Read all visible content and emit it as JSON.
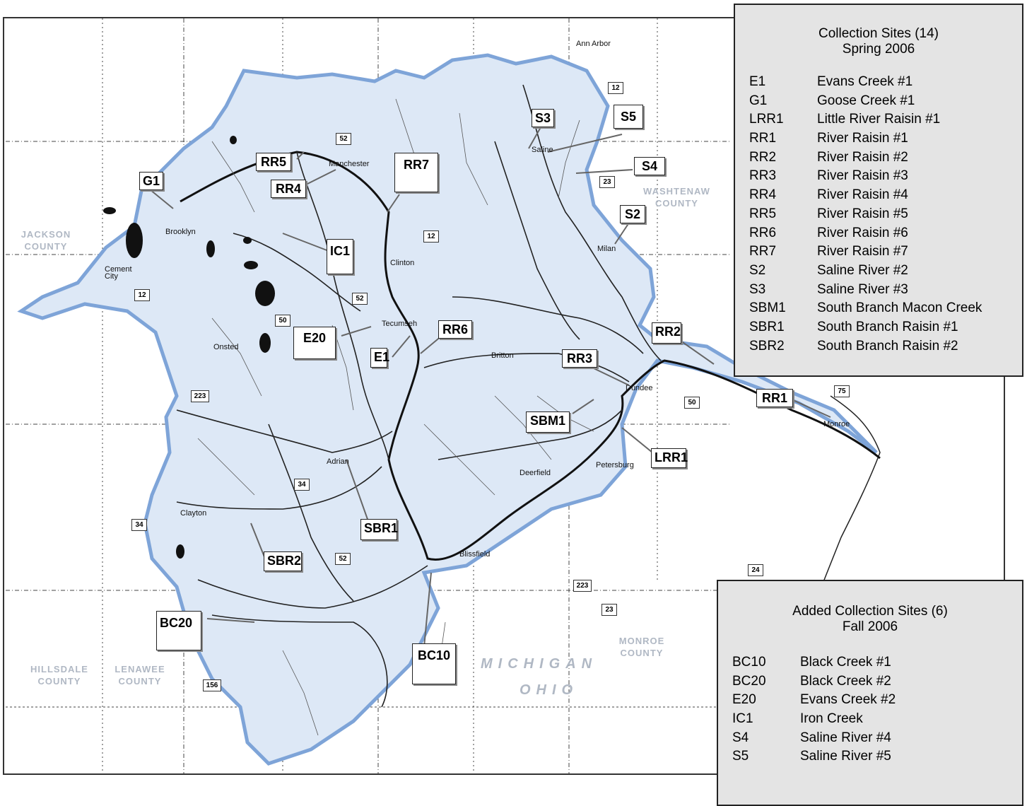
{
  "legend_spring": {
    "title": "Collection Sites (14)",
    "subtitle": "Spring 2006",
    "sites": [
      {
        "code": "E1",
        "name": "Evans Creek #1"
      },
      {
        "code": "G1",
        "name": "Goose Creek #1"
      },
      {
        "code": "LRR1",
        "name": "Little River Raisin #1"
      },
      {
        "code": "RR1",
        "name": "River Raisin #1"
      },
      {
        "code": "RR2",
        "name": "River Raisin #2"
      },
      {
        "code": "RR3",
        "name": "River Raisin #3"
      },
      {
        "code": "RR4",
        "name": "River Raisin #4"
      },
      {
        "code": "RR5",
        "name": "River Raisin #5"
      },
      {
        "code": "RR6",
        "name": "River Raisin #6"
      },
      {
        "code": "RR7",
        "name": "River Raisin #7"
      },
      {
        "code": "S2",
        "name": "Saline River #2"
      },
      {
        "code": "S3",
        "name": "Saline River #3"
      },
      {
        "code": "SBM1",
        "name": "South Branch Macon Creek"
      },
      {
        "code": "SBR1",
        "name": "South Branch Raisin #1"
      },
      {
        "code": "SBR2",
        "name": "South Branch Raisin #2"
      }
    ]
  },
  "legend_fall": {
    "title": "Added Collection Sites (6)",
    "subtitle": "Fall 2006",
    "sites": [
      {
        "code": "BC10",
        "name": "Black Creek #1"
      },
      {
        "code": "BC20",
        "name": "Black Creek #2"
      },
      {
        "code": "E20",
        "name": "Evans Creek #2"
      },
      {
        "code": "IC1",
        "name": "Iron Creek"
      },
      {
        "code": "S4",
        "name": "Saline River #4"
      },
      {
        "code": "S5",
        "name": "Saline River #5"
      }
    ]
  },
  "site_labels": {
    "S3": "S3",
    "S5": "S5",
    "S4": "S4",
    "S2": "S2",
    "RR5": "RR5",
    "RR4": "RR4",
    "RR7": "RR7",
    "G1": "G1",
    "IC1": "IC1",
    "E20": "E20",
    "E1": "E1",
    "RR6": "RR6",
    "RR2": "RR2",
    "RR3": "RR3",
    "RR1": "RR1",
    "SBM1": "SBM1",
    "LRR1": "LRR1",
    "SBR1": "SBR1",
    "SBR2": "SBR2",
    "BC20": "BC20",
    "BC10": "BC10"
  },
  "counties": {
    "jackson": "JACKSON COUNTY",
    "washtenaw": "WASHTENAW COUNTY",
    "hillsdale": "HILLSDALE COUNTY",
    "lenawee": "LENAWEE COUNTY",
    "monroe": "MONROE COUNTY"
  },
  "states": {
    "michigan": "MICHIGAN",
    "ohio": "OHIO"
  },
  "places": {
    "ann_arbor": "Ann Arbor",
    "saline": "Saline",
    "manchester": "Manchester",
    "brooklyn": "Brooklyn",
    "cement_city": "Cement City",
    "clinton": "Clinton",
    "milan": "Milan",
    "tecumseh": "Tecumseh",
    "onsted": "Onsted",
    "britton": "Britton",
    "dundee": "Dundee",
    "monroe": "Monroe",
    "adrian": "Adrian",
    "deerfield": "Deerfield",
    "petersburg": "Petersburg",
    "clayton": "Clayton",
    "blissfield": "Blissfield"
  },
  "highways": [
    "12",
    "52",
    "23",
    "12",
    "12",
    "52",
    "50",
    "223",
    "50",
    "75",
    "34",
    "34",
    "52",
    "223",
    "23",
    "24",
    "156"
  ]
}
